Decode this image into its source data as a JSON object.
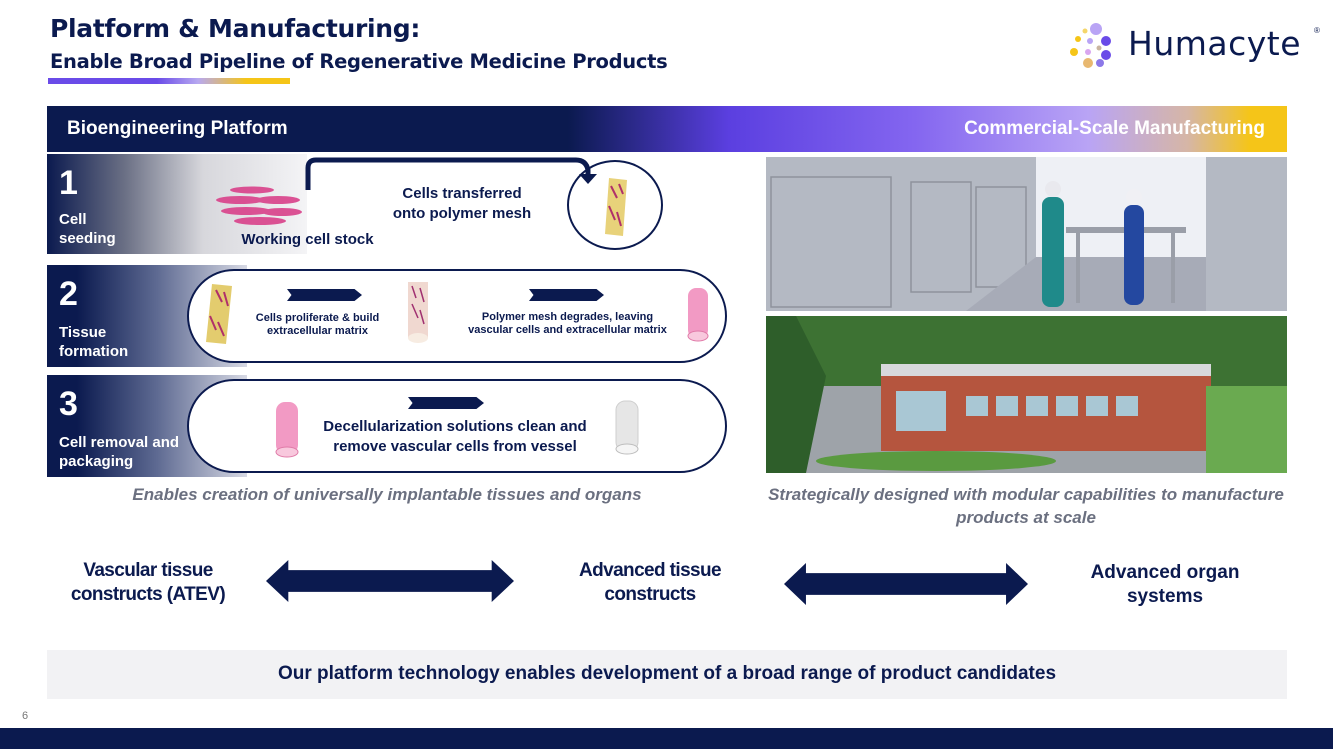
{
  "header": {
    "title": "Platform & Manufacturing:",
    "subtitle": "Enable Broad Pipeline of Regenerative Medicine Products"
  },
  "logo": {
    "name": "Humacyte",
    "registered_mark": "®",
    "icon": "dots-cluster-logo-icon"
  },
  "banner": {
    "left_label": "Bioengineering Platform",
    "right_label": "Commercial-Scale Manufacturing"
  },
  "colors": {
    "navy": "#0b1a4f",
    "purple": "#6a4be8",
    "gold": "#f5c518",
    "caption_gray": "#6b7080",
    "footer_bg": "#f2f2f4"
  },
  "steps": [
    {
      "number": "1",
      "label": "Cell seeding",
      "stock_label": "Working cell stock",
      "transfer_label": "Cells transferred onto polymer mesh"
    },
    {
      "number": "2",
      "label": "Tissue formation",
      "stage1_label": "Cells proliferate & build extracellular matrix",
      "stage2_label": "Polymer mesh degrades, leaving vascular cells and extracellular matrix"
    },
    {
      "number": "3",
      "label": "Cell removal and packaging",
      "stage_label": "Decellularization solutions clean and remove vascular cells from vessel"
    }
  ],
  "captions": {
    "platform": "Enables creation of universally implantable tissues and organs",
    "manufacturing": "Strategically designed with modular capabilities to manufacture products at scale"
  },
  "photos": {
    "cleanroom": "Cleanroom manufacturing facility with workers",
    "building": "Aerial view of manufacturing facility building"
  },
  "pipeline": [
    {
      "label": "Vascular tissue constructs (ATEV)"
    },
    {
      "label": "Advanced tissue constructs"
    },
    {
      "label": "Advanced organ systems"
    }
  ],
  "footer": {
    "statement": "Our platform technology enables development of a broad range of product candidates",
    "page_number": "6"
  }
}
